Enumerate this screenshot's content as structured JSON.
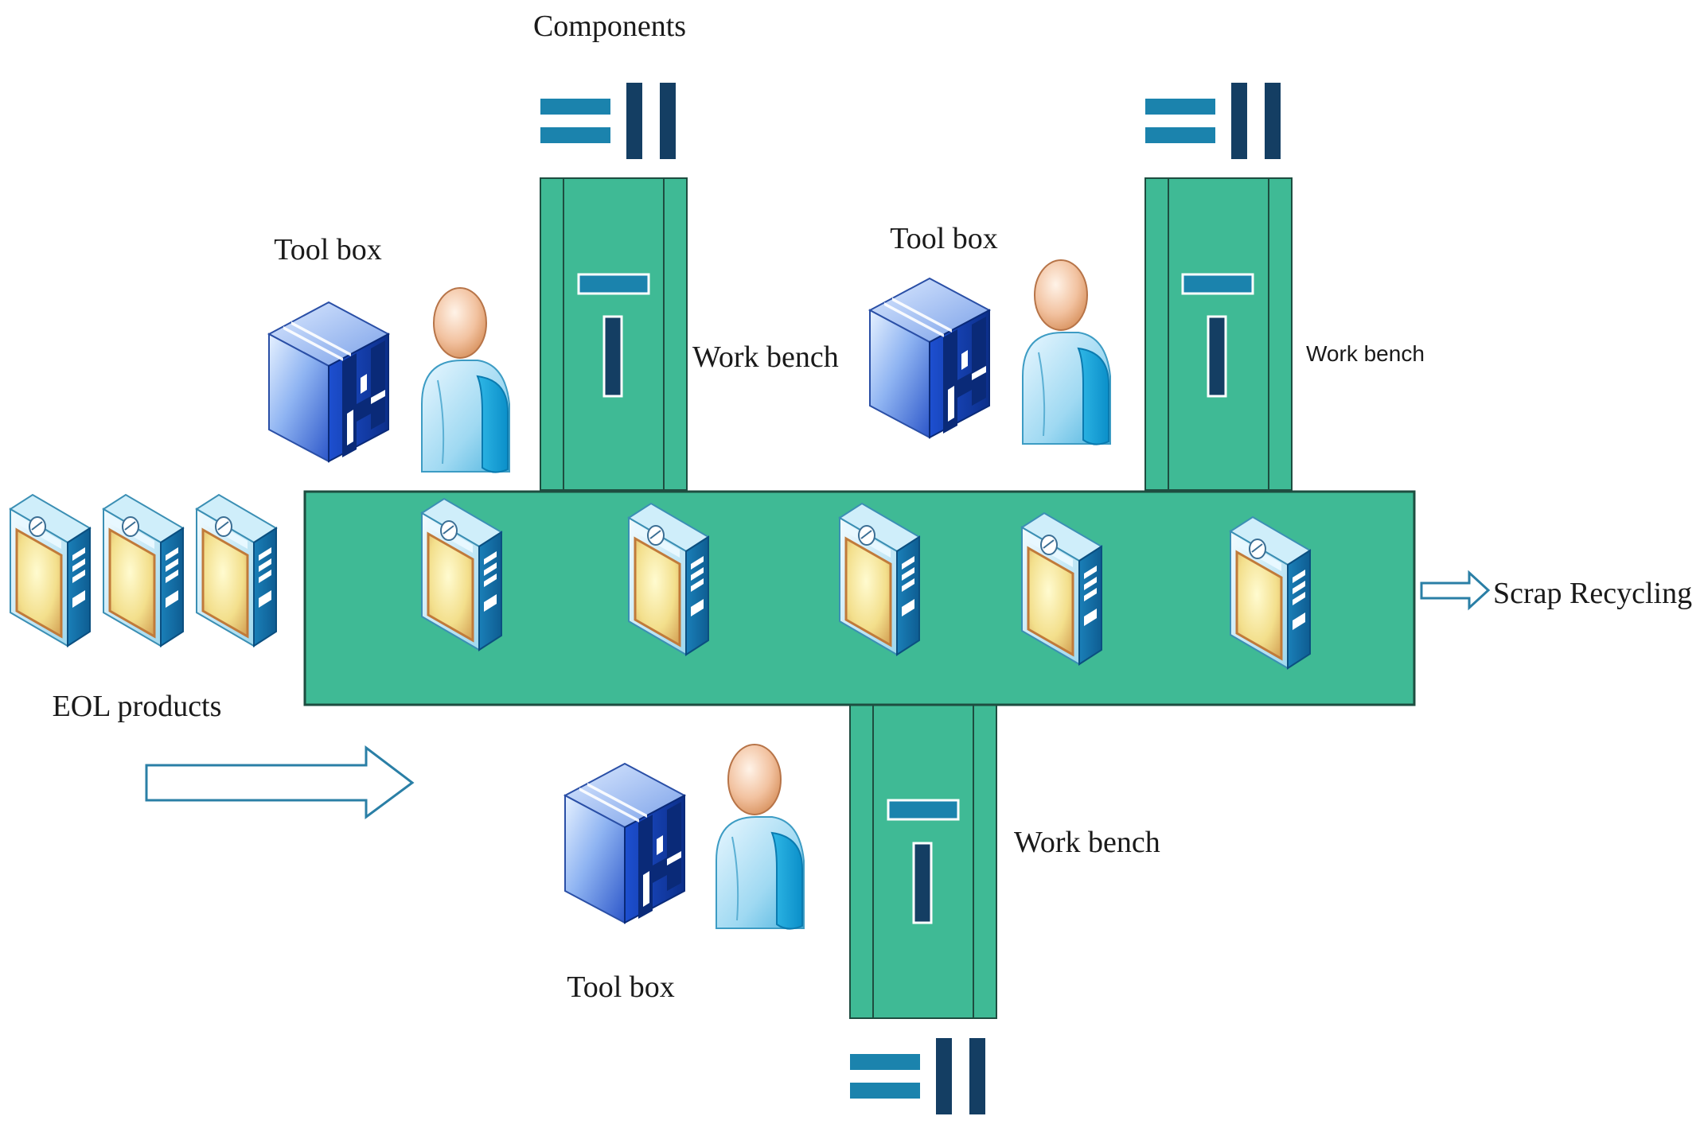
{
  "labels": {
    "components": "Components",
    "tool_box_1": "Tool box",
    "tool_box_2": "Tool box",
    "tool_box_3": "Tool box",
    "work_bench_1": "Work bench",
    "work_bench_2": "Work bench",
    "work_bench_3": "Work bench",
    "eol_products": "EOL products",
    "scrap_recycling": "Scrap Recycling"
  },
  "colors": {
    "conveyor": "#3fba95",
    "conveyor_stroke": "#1e4d40",
    "component_light": "#1b83ad",
    "component_dark": "#143e63",
    "arrow_stroke": "#2a7fa6"
  },
  "icons": {
    "toolbox": "toolbox-icon",
    "worker": "worker-icon",
    "product": "eol-product-icon",
    "components": "components-icon",
    "arrow": "flow-arrow-icon"
  }
}
